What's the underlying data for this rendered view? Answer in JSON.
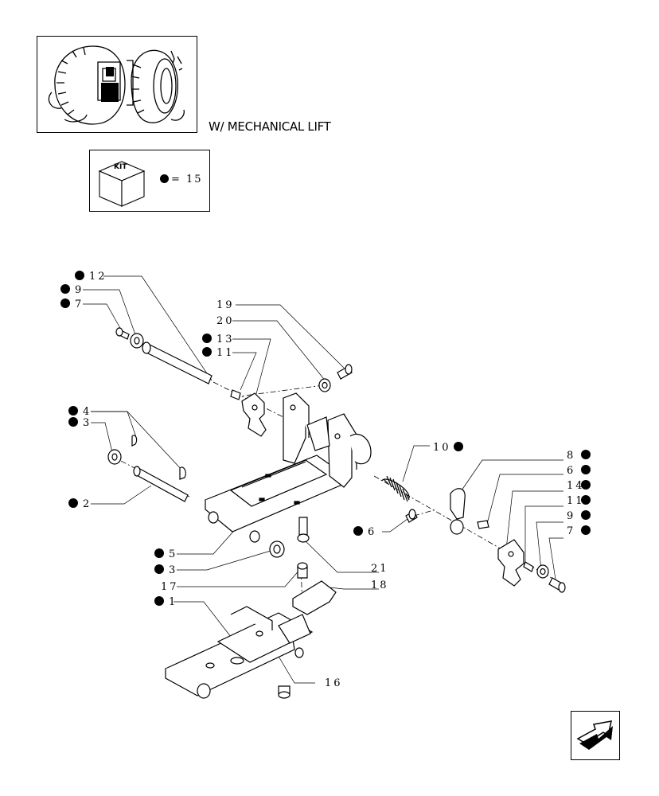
{
  "header": {
    "caption": "W/ MECHANICAL LIFT"
  },
  "kit": {
    "label": "KIT",
    "legend": "= 15"
  },
  "callouts": [
    {
      "id": "c12",
      "label": "12",
      "kit": true
    },
    {
      "id": "c9a",
      "label": "9",
      "kit": true
    },
    {
      "id": "c7a",
      "label": "7",
      "kit": true
    },
    {
      "id": "c19",
      "label": "19",
      "kit": false
    },
    {
      "id": "c20",
      "label": "20",
      "kit": false
    },
    {
      "id": "c13",
      "label": "13",
      "kit": true
    },
    {
      "id": "c11a",
      "label": "11",
      "kit": true
    },
    {
      "id": "c4",
      "label": "4",
      "kit": true
    },
    {
      "id": "c3a",
      "label": "3",
      "kit": true
    },
    {
      "id": "c2",
      "label": "2",
      "kit": true
    },
    {
      "id": "c10",
      "label": "10",
      "kit": true
    },
    {
      "id": "c8",
      "label": "8",
      "kit": true
    },
    {
      "id": "c6b",
      "label": "6",
      "kit": true
    },
    {
      "id": "c14",
      "label": "14",
      "kit": true
    },
    {
      "id": "c11b",
      "label": "11",
      "kit": true
    },
    {
      "id": "c9b",
      "label": "9",
      "kit": true
    },
    {
      "id": "c7b",
      "label": "7",
      "kit": true
    },
    {
      "id": "c6a",
      "label": "6",
      "kit": true
    },
    {
      "id": "c5",
      "label": "5",
      "kit": true
    },
    {
      "id": "c3b",
      "label": "3",
      "kit": true
    },
    {
      "id": "c21",
      "label": "21",
      "kit": false
    },
    {
      "id": "c17",
      "label": "17",
      "kit": false
    },
    {
      "id": "c18",
      "label": "18",
      "kit": false
    },
    {
      "id": "c1",
      "label": "1",
      "kit": true
    },
    {
      "id": "c16",
      "label": "16",
      "kit": false
    }
  ]
}
